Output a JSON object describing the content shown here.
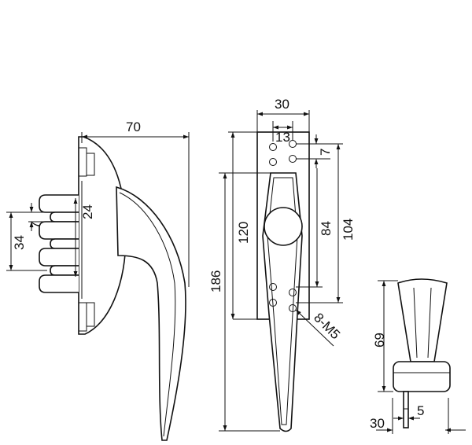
{
  "side_view": {
    "overall_length": "70",
    "tooth_pitch": "24",
    "tooth_gap": "7",
    "tooth_span": "34"
  },
  "front_view": {
    "plate_width": "30",
    "hole_spacing_x": "13",
    "hole_spacing_y": "7",
    "plate_height": "120",
    "handle_length": "186",
    "inner_hole_distance": "84",
    "outer_hole_distance": "104",
    "fasteners": "8-M5"
  },
  "end_view": {
    "height": "69",
    "base_offset": "30",
    "tongue_thickness": "5"
  },
  "colors": {
    "line": "#111111",
    "background": "#ffffff"
  }
}
